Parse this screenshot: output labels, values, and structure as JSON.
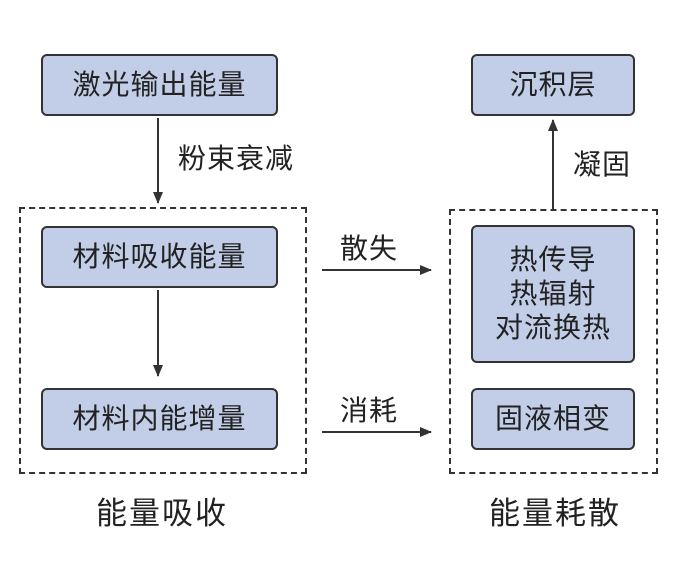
{
  "colors": {
    "node_fill": "#c2cde8",
    "stroke": "#333333",
    "text": "#222222",
    "background": "#ffffff"
  },
  "nodes": {
    "laser_output": "激光输出能量",
    "material_absorbed": "材料吸收能量",
    "internal_energy": "材料内能增量",
    "heat_transfer": [
      "热传导",
      "热辐射",
      "对流换热"
    ],
    "phase_change": "固液相变",
    "deposition_layer": "沉积层"
  },
  "edges": {
    "powder_attenuation": "粉束衰减",
    "dissipation": "散失",
    "consumption": "消耗",
    "solidification": "凝固"
  },
  "groups": {
    "absorption": "能量吸收",
    "dissipation": "能量耗散"
  }
}
